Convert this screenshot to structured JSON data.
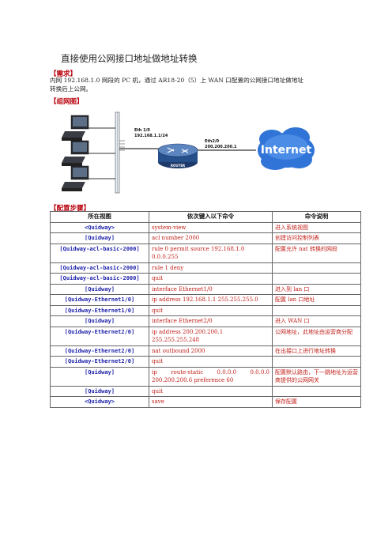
{
  "title": "直接使用公网接口地址做地址转换",
  "sections": {
    "requirement": "【需求】",
    "topology": "【组网图】",
    "steps": "【配置步骤】"
  },
  "requirement_text": {
    "line1": "内网 192.168.1.0 网段的 PC 机，通过 AR18-20（5）上 WAN 口配置的公网接口地址做地址",
    "line2": "转换后上公网。"
  },
  "diagram": {
    "eth1_label": "Eth 1/0",
    "eth1_ip": "192.168.1.1/24",
    "eth2_label": "Eth2/0",
    "eth2_ip": "200.200.200.1",
    "router_label": "ROUTER",
    "cloud_label": "Internet"
  },
  "table": {
    "headers": [
      "所在视图",
      "依次键入以下命令",
      "命令说明"
    ],
    "rows": [
      {
        "view": "<Quidway>",
        "cmd": "system-view",
        "desc": "进入系统视图"
      },
      {
        "view": "[Quidway]",
        "cmd": "acl number 2000",
        "desc": "创建访问控制列表"
      },
      {
        "view": "[Quidway-acl-basic-2000]",
        "cmd": "rule 0 permit source 192.168.1.0 0.0.0.255",
        "desc": "配置允许 nat 转换的网段"
      },
      {
        "view": "[Quidway-acl-basic-2000]",
        "cmd": "rule 1 deny",
        "desc": ""
      },
      {
        "view": "[Quidway-acl-basic-2000]",
        "cmd": "quit",
        "desc": ""
      },
      {
        "view": "[Quidway]",
        "cmd": "interface Ethernet1/0",
        "desc": "进入到 lan 口"
      },
      {
        "view": "[Quidway-Ethernet1/0]",
        "cmd": "ip address 192.168.1.1 255.255.255.0",
        "desc": "配置 lan 口地址"
      },
      {
        "view": "[Quidway-Ethernet1/0]",
        "cmd": "quit",
        "desc": ""
      },
      {
        "view": "[Quidway]",
        "cmd": "interface Ethernet2/0",
        "desc": "进入 WAN 口"
      },
      {
        "view": "[Quidway-Ethernet2/0]",
        "cmd": "ip address 200.200.200.1 255.255.255.248",
        "desc": "公网地址，此地址由运营商分配"
      },
      {
        "view": "[Quidway-Ethernet2/0]",
        "cmd": "nat outbound 2000",
        "desc": "在出接口上进行地址转换"
      },
      {
        "view": "[Quidway-Ethernet2/0]",
        "cmd": "quit",
        "desc": ""
      },
      {
        "view": "[Quidway]",
        "cmd_line1": "ip   route-static   0.0.0.0   0.0.0.0",
        "cmd_line2": "200.200.200.6 preference 60",
        "desc": "配置默认路由，下一跳地址为运营商提供的公网网关"
      },
      {
        "view": "[Quidway]",
        "cmd": "quit",
        "desc": ""
      },
      {
        "view": "<Quidway>",
        "cmd": "save",
        "desc": "保存配置"
      }
    ]
  }
}
